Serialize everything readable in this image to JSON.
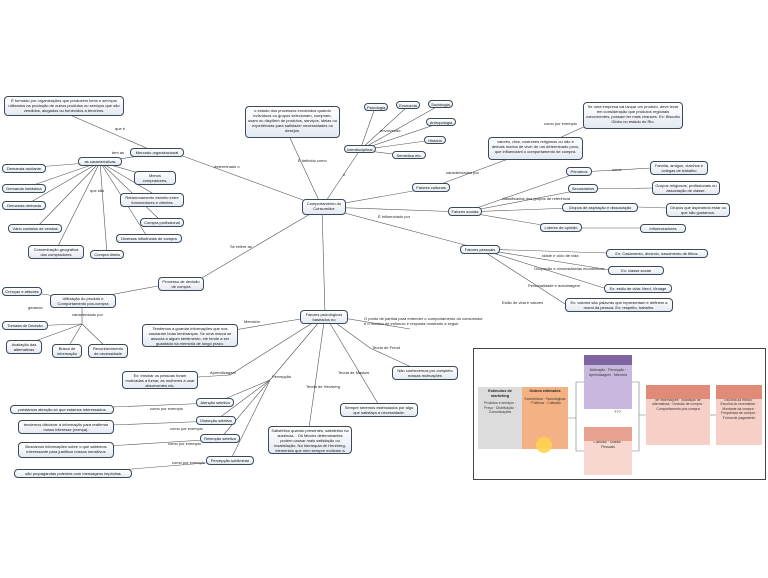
{
  "nodes": {
    "central": "Comportamento do Consumidor",
    "definition": "o estudo dos processos envolvidos quando indivíduos ou grupos selecionam, compram, usam ou dispõem de produtos, serviços, ideias ou experiências para satisfazer necessidades ou desejos.",
    "interdisciplinar": "interdisciplinar",
    "psicologia": "Psicologia",
    "economia": "Economia",
    "sociologia": "Sociologia",
    "antropologia": "Antropologia",
    "historia": "História",
    "semiotica": "Semiótica etc.",
    "org_market_text": "É formado por organizações que produzem bens e serviços utilizados na produção de outros produtos ou serviços que são vendidos, alugados ou fornecidos a terceiros.",
    "mercado_org": "Mercado organizacional",
    "caracteristicas": "as características",
    "demanda_derivada": "Demanda derivada",
    "demanda_inelastica": "Demanda inelástica",
    "demanda_oscilante": "Demanda oscilante",
    "menos_compradores": "Menos compradores, porém de maior porte",
    "relacionamento": "Relacionamento estreito entre fornecedores e clientes",
    "compra_profissional": "Compra profissional",
    "diversas_influencias": "Diversas influências de compra",
    "compra_direta": "Compra direta",
    "vario_contatos": "Vário contatos de vendas",
    "concentracao": "Concentração geográfica dos compradores",
    "fatores_culturais": "Fatores culturais",
    "valores_text": "valores, ritos, costumes religiosos ou não e demais modos de viver de um determinado povo, que influenciam o comportamento de compra.",
    "ex_cultural": "Se uma empresa vai lançar um produto, deve levar em consideração que produtos regionais concorrentes, possam ter mais chances. Ex: Biscoito Globo no estado do Rio.",
    "fatores_sociais": "Fatores sociais",
    "primarios": "Primários",
    "familia": "Família, amigos, vizinhos e colegas de trabalho",
    "secundarios": "Secundários",
    "grupos_religiosos": "Grupos religiosos, profissionais ou associação de classe.",
    "grupos_aspiracao": "Grupos de aspiração e dissociação",
    "grupos_aspiram": "Grupos que aspiramos estar ou que não gostamos.",
    "lideres": "Líderes de opinião",
    "influenciadores": "Influenciadores digitais",
    "fatores_pessoais": "Fatores pessoais",
    "ex_casamento": "Ex: Casamento, divórcio, nascimento de filhos.",
    "ex_classe": "Ex: classe social",
    "ex_estilo": "Ex: estilo de vida: Nerd, Vintage",
    "ex_valores": "Ex: valores são palavras que representam e definem a moral da pessoa. Ex: respeito, trabalho.",
    "fatores_psico": "Fatores psicológicos baseados no",
    "memoria_text": "Tendemos a guardar informações que nos causaram boas lembranças. Se uma marca se associa a algum sentimento, ele tende a ser guardado na memória de longo prazo.",
    "nao_conhecemos": "Não conhecemos por completo nossas motivações",
    "sempre_seremos": "Sempre seremos estimulados por algo que satisfaça a necessidade.",
    "satisfeitos": "Satisfeitos quando presentes, satisfeitos na ausência... Os fatores determinantes podem causar mais satisfação ou insatisfação. Na hierarquia de Herzberg, elementos que nem sempre motivam a compra.",
    "ex_ensinar": "Ex: ensinar os pessoas foram motivadas a fumar, as mulheres a usar absorventes etc.",
    "atencao_seletiva": "Atenção seletiva",
    "prestamos_atencao": "prestamos atenção só que estamos interessados",
    "distorcao_seletiva": "Distorção seletiva",
    "tendemos_distorcer": "tendemos distorcer a informação para reafirmar nosso interesse (crença).",
    "retencao_seletiva": "Retenção seletiva",
    "buscamos_info": "Buscamos informações sobre o que sabemos interessante para justificar nossos sensitivos",
    "percepcao_subliminar": "Percepção subliminar",
    "propagandas": "são propagandas potentes com mensagens implícitas",
    "processo_decisao": "Processo de decisão de compra",
    "utilizacao": "Utilização do produto e Comportamento pós-compra",
    "crencas": "Crenças e atitudes",
    "tomada_decisao": "Tomada de Decisão",
    "avaliacao": "Avaliação das alternativas",
    "busca_info": "Busca de informação",
    "reconhecimento": "Reconhecimento de necessidade"
  },
  "labels": {
    "que_e": "que é",
    "determinado": "determinado o",
    "tem_as": "tem as",
    "que_sao": "que são",
    "e_definido": "É definido como",
    "e": "e",
    "envolvendo": "envolvendo",
    "caracterizados_por": "caracterizados por",
    "como_por_exemplo": "como por exemplo",
    "classificados": "classificados dos grupos de referência",
    "como": "como",
    "influenciado_por": "É influenciado por",
    "se_refere": "Se refere ao",
    "idade": "Idade e ciclo de vida",
    "ocupacao": "Ocupação e circunstâncias econômicas",
    "personalidade": "Personalidade e autoimagem",
    "estilo_valores": "Estilo de vida e valores",
    "ponto_partida": "O ponto de partida para entender o comportamento do consumidor é o modelo de estímulo e resposta mostrado a seguir",
    "memoria": "Memória",
    "teoria_freud": "Teoria de Freud",
    "teoria_maslow": "Teoria de Maslow",
    "teoria_herzberg": "Teoria de Herzberg",
    "aprendizagem": "Aprendizagem",
    "percepcao": "Percepção",
    "caracterizado_por": "caracterizado por",
    "gerando": "gerando"
  },
  "inset": {
    "estimulos_mkt": "Estímulos de marketing",
    "estimulos_mkt_items": "Produtos e serviços · Preço · Distribuição · Comunicações",
    "outros_estimulos": "Outros estímulos",
    "outros_items": "Econômicos · Tecnológicos · Políticos · Culturais",
    "psicologia": "Psicologia do consumidor",
    "psicologia_items": "Motivação · Percepção · Aprendizagem · Memória",
    "caracteristicas": "Características do consumidor",
    "caracteristicas_items": "Culturais · Sociais · Pessoais",
    "processo": "Processo de decisão de compra",
    "processo_items": "Reconhecimento do problema · Busca de informações · Avaliação de alternativas · Decisão de compra · Comportamento pós-compra",
    "decisoes": "Decisões de compra",
    "decisoes_items": "Escolha do produto · Escolha da marca · Escolha do revendedor · Montante da compra · Frequência de compra · Forma de pagamento",
    "mid_label": "???"
  }
}
